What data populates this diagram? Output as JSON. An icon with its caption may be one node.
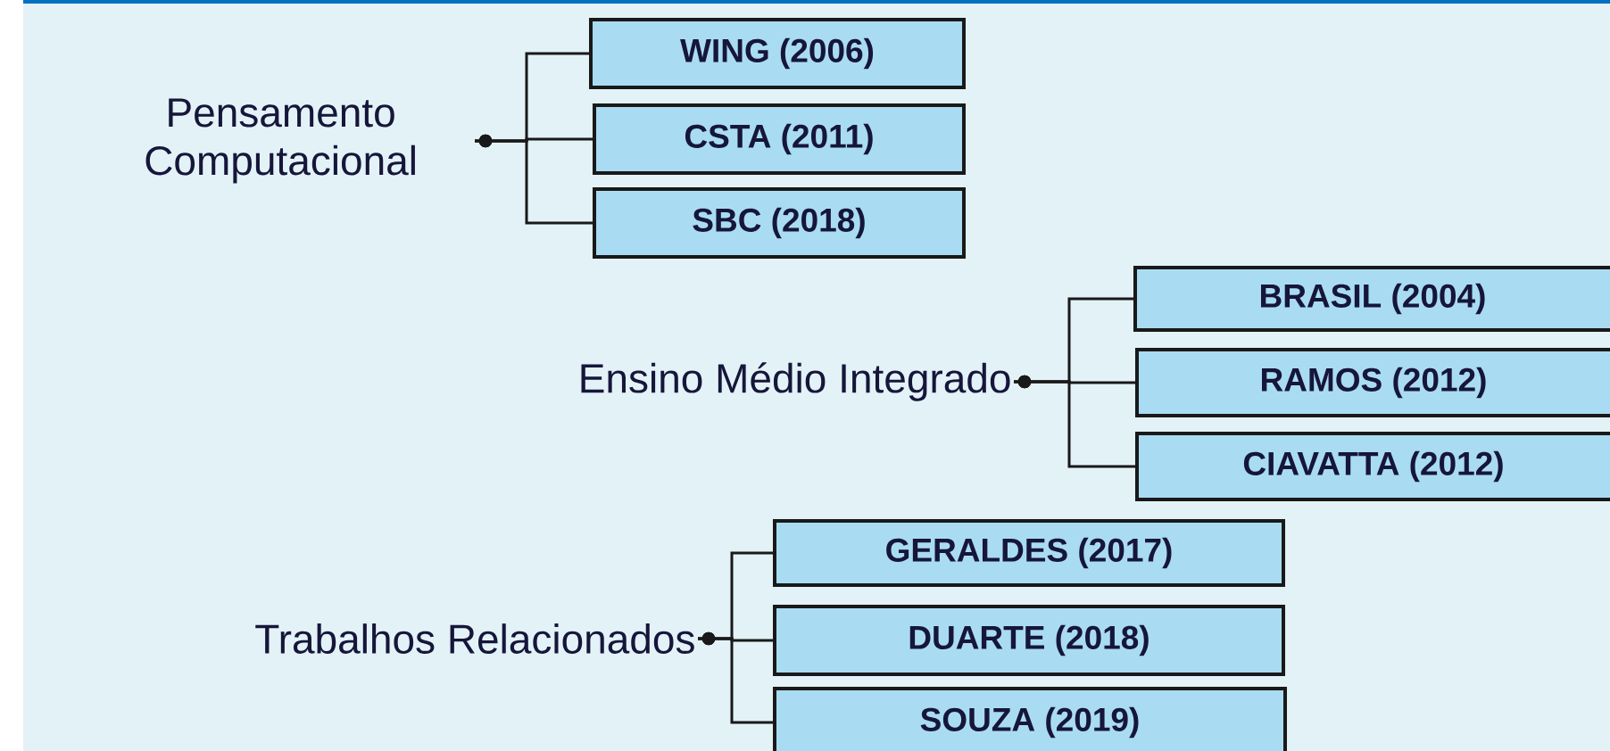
{
  "diagram": {
    "nodes": [
      {
        "text": [
          "Pensamento Computacional"
        ]
      },
      {
        "text": [
          "WING (2006)"
        ]
      },
      {
        "text": [
          "CSTA (2011)"
        ]
      },
      {
        "text": [
          "SBC (2018)"
        ]
      },
      {
        "text": [
          "Ensino Médio Integrado"
        ]
      },
      {
        "text": [
          "BRASIL (2004)"
        ]
      },
      {
        "text": [
          "RAMOS (2012)"
        ]
      },
      {
        "text": [
          "CIAVATTA (2012)"
        ]
      },
      {
        "text": [
          "Trabalhos Relacionados"
        ]
      },
      {
        "text": [
          "GERALDES (2017)"
        ]
      },
      {
        "text": [
          "DUARTE (2018)"
        ]
      },
      {
        "text": [
          "SOUZA (2019)"
        ]
      }
    ],
    "edges": [
      {
        "from": 0,
        "to": 1,
        "arrow": "other"
      },
      {
        "from": 0,
        "to": 2,
        "arrow": "other"
      },
      {
        "from": 0,
        "to": 3,
        "arrow": "other"
      },
      {
        "from": 4,
        "to": 5,
        "arrow": "other"
      },
      {
        "from": 4,
        "to": 6,
        "arrow": "other"
      },
      {
        "from": 4,
        "to": 7,
        "arrow": "other"
      },
      {
        "from": 8,
        "to": 9,
        "arrow": "other"
      },
      {
        "from": 8,
        "to": 10,
        "arrow": "other"
      },
      {
        "from": 8,
        "to": 11,
        "arrow": "other"
      }
    ]
  }
}
